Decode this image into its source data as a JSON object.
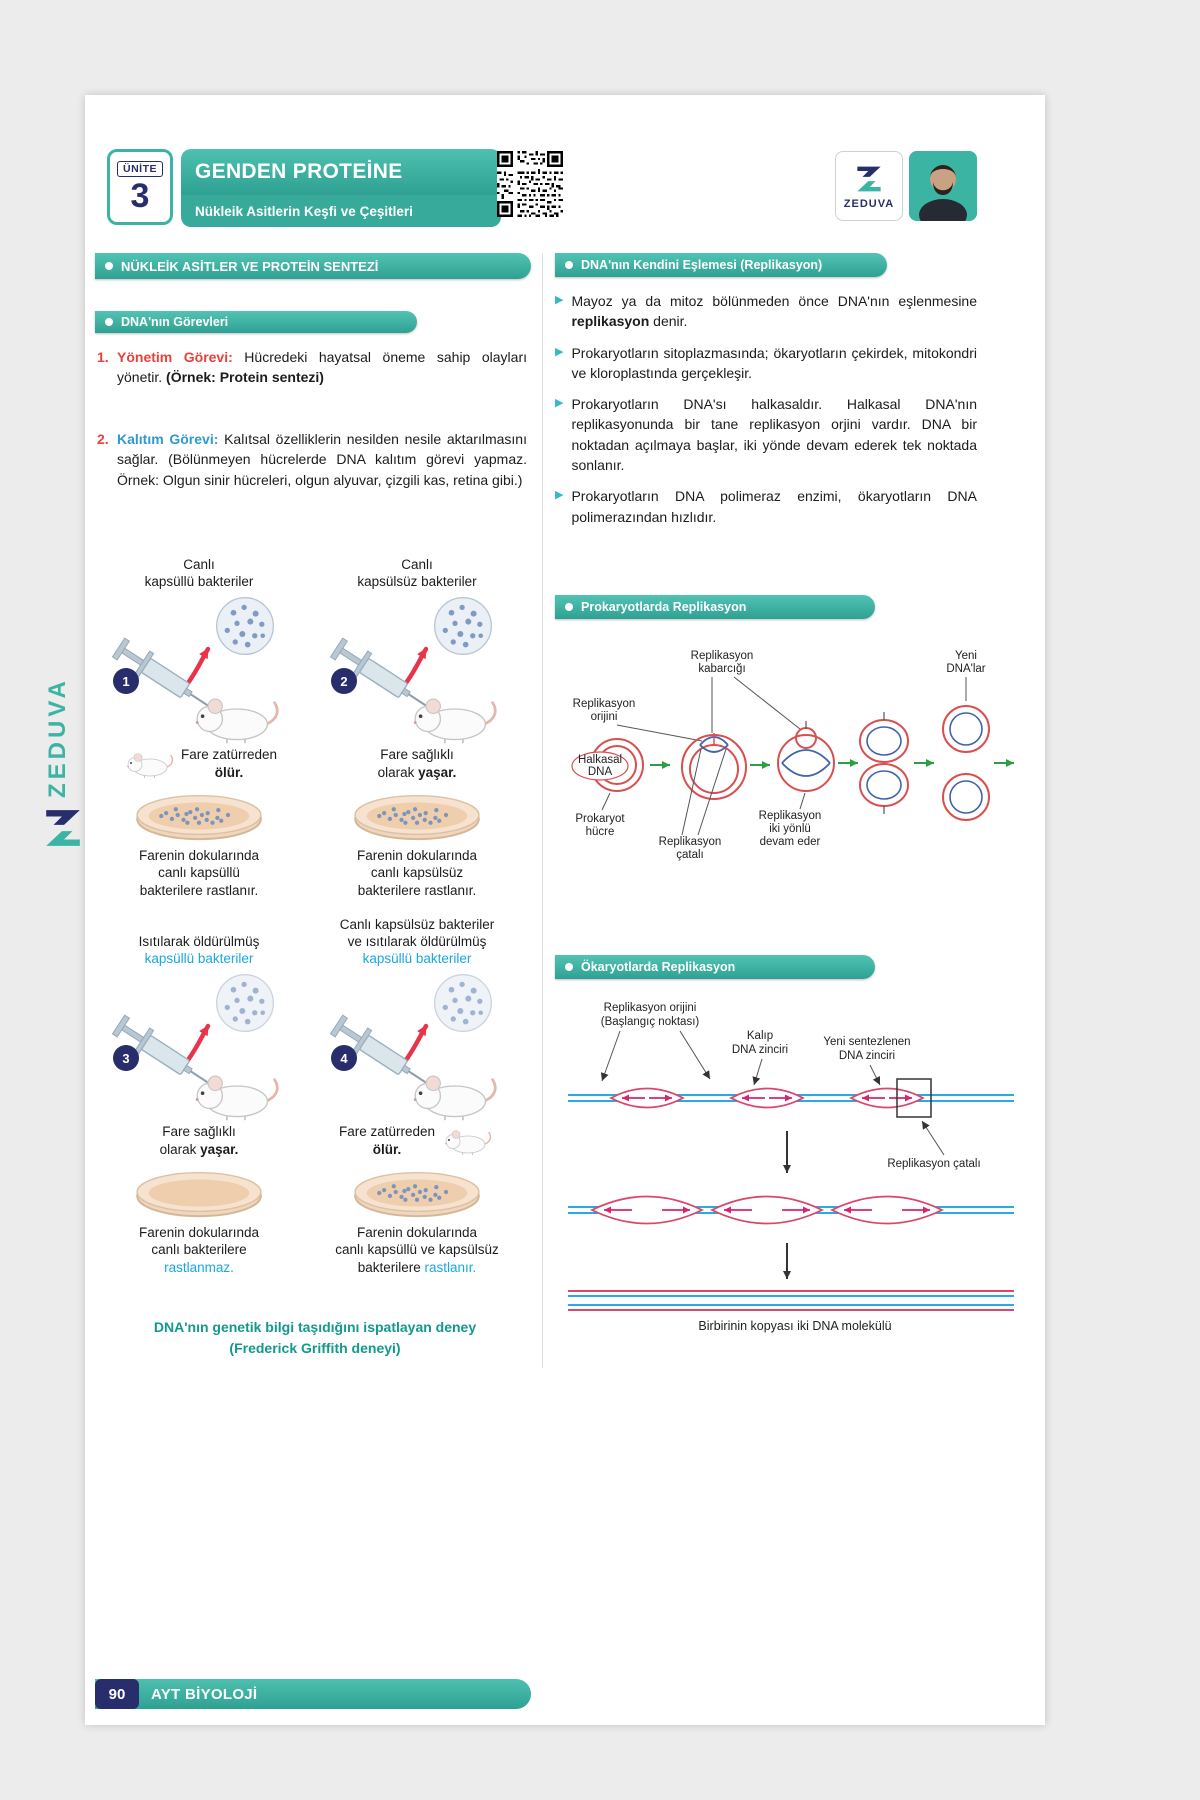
{
  "header": {
    "unit_label": "ÜNİTE",
    "unit_number": "3",
    "title": "GENDEN PROTEİNE",
    "subtitle": "Nükleik Asitlerin Keşfi ve Çeşitleri",
    "brand": "ZEDUVA"
  },
  "side_brand": "ZEDUVA",
  "left": {
    "section_title": "NÜKLEİK ASİTLER VE PROTEİN SENTEZİ",
    "duties_title": "DNA'nın Görevleri",
    "item1": {
      "num": "1.",
      "lead": "Yönetim Görevi:",
      "body": " Hücredeki hayatsal öneme sahip olayları yönetir. ",
      "bold_tail": "(Örnek: Protein sentezi)"
    },
    "item2": {
      "num": "2.",
      "lead": "Kalıtım Görevi:",
      "body": " Kalıtsal özelliklerin nesilden nesile aktarılmasını sağlar. (Bölünmeyen hücrelerde DNA kalıtım görevi yapmaz. Örnek: Olgun sinir hücreleri, olgun alyuvar, çizgili kas, retina gibi.)"
    },
    "experiment": {
      "q1": {
        "num": "1",
        "top1": "Canlı",
        "top2": "kapsüllü bakteriler",
        "mid1": "Fare zatürreden",
        "mid2_pre": "",
        "mid2_bold": "ölür.",
        "bot1": "Farenin dokularında",
        "bot2": "canlı kapsüllü",
        "bot3": "bakterilere rastlanır."
      },
      "q2": {
        "num": "2",
        "top1": "Canlı",
        "top2": "kapsülsüz bakteriler",
        "mid1": "Fare sağlıklı",
        "mid2_pre": "olarak ",
        "mid2_bold": "yaşar.",
        "bot1": "Farenin dokularında",
        "bot2": "canlı kapsülsüz",
        "bot3": "bakterilere rastlanır."
      },
      "q3": {
        "num": "3",
        "top1": "Isıtılarak öldürülmüş",
        "top2": "kapsüllü bakteriler",
        "mid1": "Fare sağlıklı",
        "mid2_pre": "olarak ",
        "mid2_bold": "yaşar.",
        "bot1": "Farenin dokularında",
        "bot2": "canlı bakterilere",
        "bot3": "rastlanmaz."
      },
      "q4": {
        "num": "4",
        "top1": "Canlı kapsülsüz bakteriler",
        "top2": "ve ısıtılarak öldürülmüş",
        "top3": "kapsüllü bakteriler",
        "mid1": "Fare zatürreden",
        "mid2_pre": "",
        "mid2_bold": "ölür.",
        "bot1": "Farenin dokularında",
        "bot2": "canlı kapsüllü ve kapsülsüz",
        "bot3_pre": "bakterilere ",
        "bot3_cyan": "rastlanır."
      },
      "caption1": "DNA'nın genetik bilgi taşıdığını ispatlayan deney",
      "caption2": "(Frederick Griffith deneyi)"
    }
  },
  "right": {
    "section_title": "DNA'nın Kendini Eşlemesi (Replikasyon)",
    "bullets": {
      "b1_pre": "Mayoz ya da mitoz bölünmeden önce DNA'nın eşlenmesine ",
      "b1_bold": "replikasyon",
      "b1_post": " denir.",
      "b2": "Prokaryotların sitoplazmasında; ökaryotların çekirdek, mitokondri ve kloroplastında gerçekleşir.",
      "b3": "Prokaryotların DNA'sı halkasaldır. Halkasal DNA'nın replikasyonunda bir tane replikasyon orjini vardır. DNA bir noktadan açılmaya başlar, iki yönde devam ederek tek noktada sonlanır.",
      "b4": "Prokaryotların DNA polimeraz enzimi, ökaryotların DNA polimerazından hızlıdır."
    },
    "prok": {
      "title": "Prokaryotlarda Replikasyon",
      "origin1": "Replikasyon",
      "origin2": "orijini",
      "circ1": "Halkasal",
      "circ2": "DNA",
      "cell1": "Prokaryot",
      "cell2": "hücre",
      "bubble1": "Replikasyon",
      "bubble2": "kabarcığı",
      "fork1": "Replikasyon",
      "fork2": "çatalı",
      "bidir1": "Replikasyon",
      "bidir2": "iki yönlü",
      "bidir3": "devam eder",
      "new1": "Yeni",
      "new2": "DNA'lar"
    },
    "euk": {
      "title": "Ökaryotlarda Replikasyon",
      "origin1": "Replikasyon orijini",
      "origin2": "(Başlangıç noktası)",
      "template1": "Kalıp",
      "template2": "DNA zinciri",
      "newstrand1": "Yeni sentezlenen",
      "newstrand2": "DNA zinciri",
      "fork": "Replikasyon çatalı",
      "caption": "Birbirinin kopyası iki DNA molekülü"
    }
  },
  "footer": {
    "page_number": "90",
    "label": "AYT BİYOLOJİ"
  },
  "colors": {
    "teal": "#3cb4a4",
    "navy": "#272e6b",
    "red": "#e8403a",
    "cyan": "#1ba7e0"
  }
}
